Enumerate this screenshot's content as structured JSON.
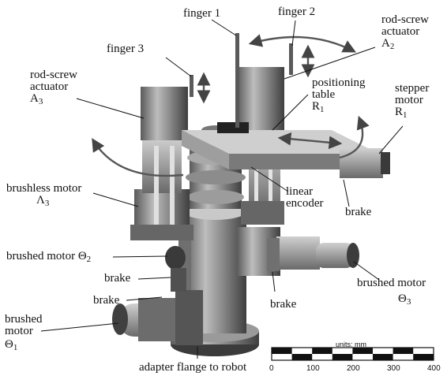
{
  "labels": {
    "finger1": "finger 1",
    "finger2": "finger 2",
    "finger3": "finger 3",
    "rod_screw_a2_line1": "rod-screw",
    "rod_screw_a2_line2": "actuator",
    "rod_screw_a2_sym": "A",
    "rod_screw_a2_sub": "2",
    "rod_screw_a3_line1": "rod-screw",
    "rod_screw_a3_line2": "actuator",
    "rod_screw_a3_sym": "A",
    "rod_screw_a3_sub": "3",
    "positioning_line1": "positioning",
    "positioning_line2": "table",
    "positioning_sym": "R",
    "positioning_sub": "1",
    "stepper_line1": "stepper",
    "stepper_line2": "motor",
    "stepper_sym": "R",
    "stepper_sub": "1",
    "brushless_line1": "brushless motor",
    "brushless_sym": "Λ",
    "brushless_sub": "3",
    "linear_line1": "linear",
    "linear_line2": "encoder",
    "brake_right": "brake",
    "brushed_theta2": "brushed motor Θ",
    "brushed_theta2_sub": "2",
    "brake_left_upper": "brake",
    "brake_left_lower": "brake",
    "brake_center": "brake",
    "brushed_theta3_line1": "brushed motor",
    "brushed_theta3_sym": "Θ",
    "brushed_theta3_sub": "3",
    "brushed_theta1_line1": "brushed",
    "brushed_theta1_line2": "motor",
    "brushed_theta1_sym": "Θ",
    "brushed_theta1_sub": "1",
    "adapter": "adapter flange to robot"
  },
  "scale_bar": {
    "units_label": "units: mm",
    "ticks": [
      "0",
      "100",
      "200",
      "300",
      "400"
    ]
  }
}
